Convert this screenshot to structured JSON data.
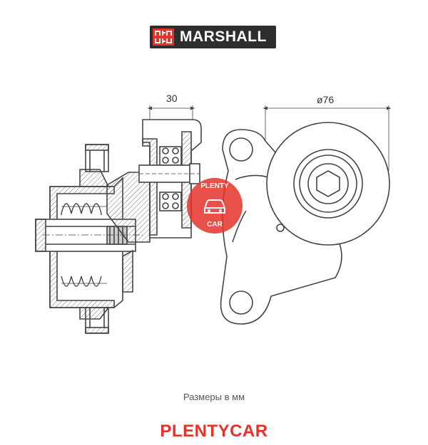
{
  "logo": {
    "brand_text": "MARSHALL",
    "colors": {
      "panel": "#2e2e2e",
      "mark": "#e5332a"
    }
  },
  "diagram": {
    "dimension_width_label": "30",
    "dimension_diameter_label": "ø76",
    "caption": "Размеры в мм"
  },
  "watermark": {
    "top_text": "PLENTY",
    "bottom_text": "CAR",
    "color": "#e5332a"
  },
  "footer": {
    "brand": "PLENTYCAR"
  }
}
